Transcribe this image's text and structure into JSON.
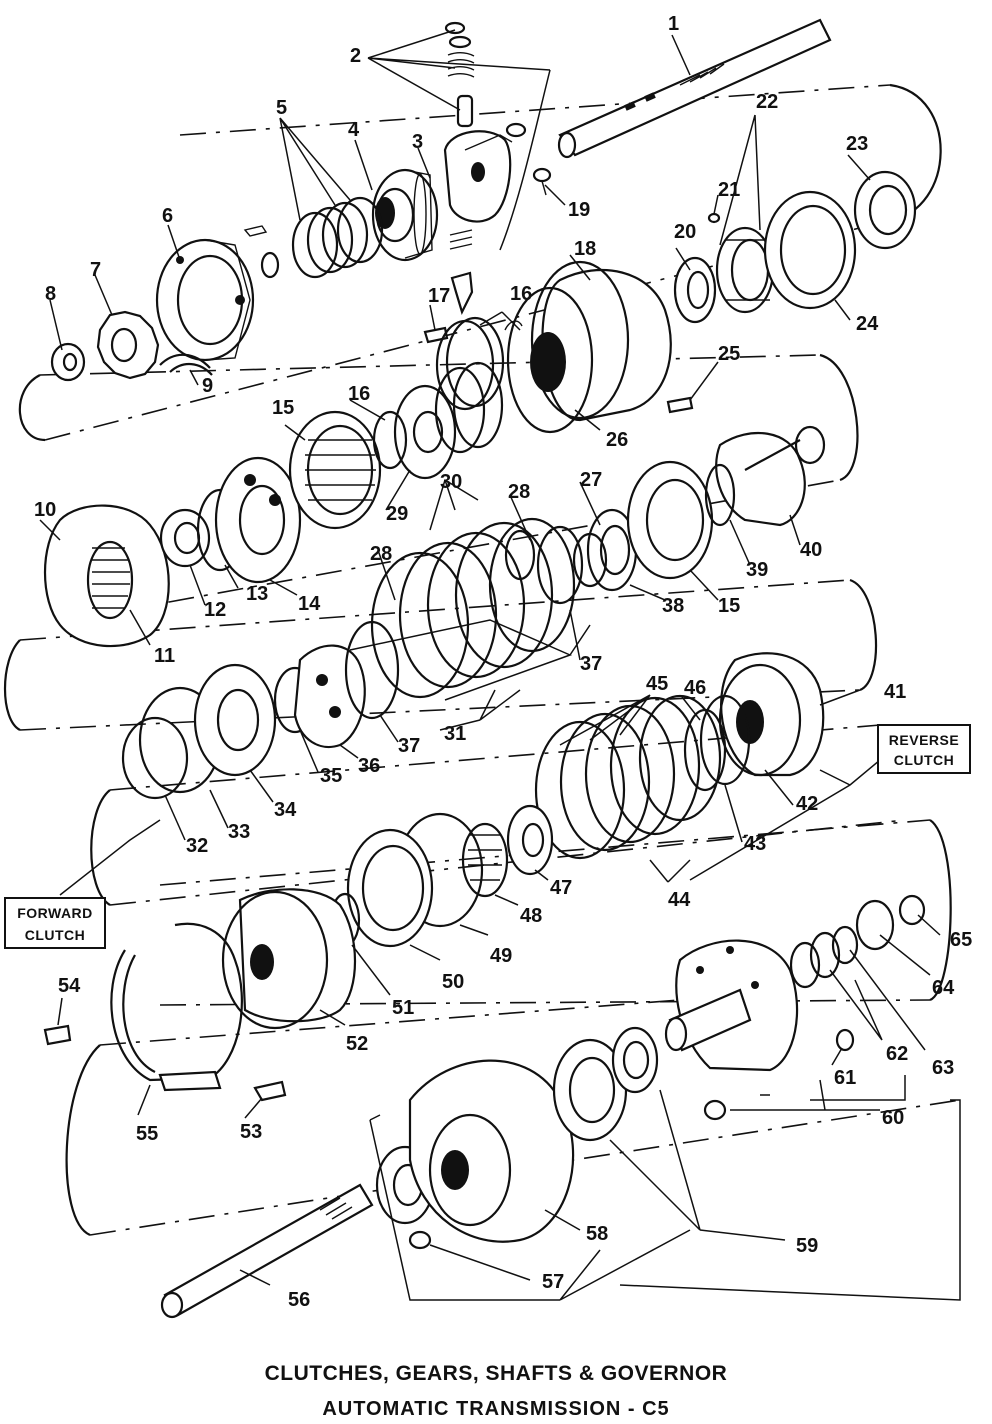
{
  "caption": {
    "line1": "CLUTCHES, GEARS, SHAFTS & GOVERNOR",
    "line2": "AUTOMATIC TRANSMISSION - C5"
  },
  "boxes": {
    "reverse": [
      "REVERSE",
      "CLUTCH"
    ],
    "forward": [
      "FORWARD",
      "CLUTCH"
    ]
  },
  "callouts": [
    "1",
    "2",
    "3",
    "4",
    "5",
    "6",
    "7",
    "8",
    "9",
    "10",
    "11",
    "12",
    "13",
    "14",
    "15",
    "15",
    "16",
    "16",
    "17",
    "18",
    "19",
    "20",
    "21",
    "22",
    "23",
    "24",
    "25",
    "26",
    "27",
    "28",
    "28",
    "29",
    "30",
    "31",
    "32",
    "33",
    "34",
    "35",
    "36",
    "37",
    "37",
    "38",
    "39",
    "40",
    "41",
    "42",
    "43",
    "44",
    "45",
    "46",
    "47",
    "48",
    "49",
    "50",
    "51",
    "52",
    "53",
    "54",
    "55",
    "56",
    "57",
    "58",
    "59",
    "60",
    "61",
    "62",
    "63",
    "64",
    "65"
  ]
}
